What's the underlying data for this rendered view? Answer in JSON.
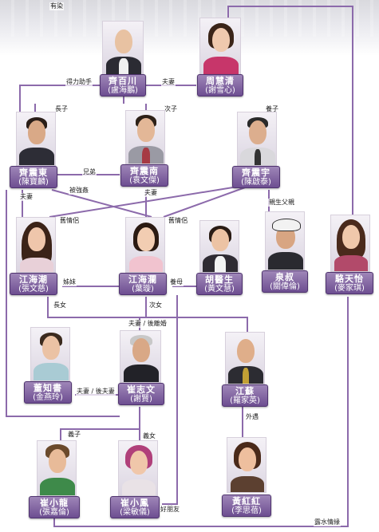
{
  "colors": {
    "line": "#8c6aab",
    "label_top": "#9f86b8",
    "label_bottom": "#6d4e91"
  },
  "people": {
    "qi_baichuan": {
      "name": "齊百川",
      "actor": "(盧海鵬)"
    },
    "zhou_huiqing": {
      "name": "周慧清",
      "actor": "(謝雪心)"
    },
    "qi_zhendong": {
      "name": "齊震東",
      "actor": "(陳寶麟)"
    },
    "qi_zhennan": {
      "name": "齊震南",
      "actor": "(袁文傑)"
    },
    "qi_zhenyu": {
      "name": "齊震宇",
      "actor": "(陳啟泰)"
    },
    "jiang_haichao": {
      "name": "江海潮",
      "actor": "(張文慈)"
    },
    "jiang_hailan": {
      "name": "江海瀾",
      "actor": "(葉璇)"
    },
    "doctor_hu": {
      "name": "胡醫生",
      "actor": "(黃文慧)"
    },
    "quan_shu": {
      "name": "泉叔",
      "actor": "(關偉倫)"
    },
    "luo_tianyi": {
      "name": "駱天怡",
      "actor": "(麥家琪)"
    },
    "dong_zhishu": {
      "name": "董知書",
      "actor": "(金燕玲)"
    },
    "cui_zhiwen": {
      "name": "崔志文",
      "actor": "(謝賢)"
    },
    "jiang_su": {
      "name": "江蘇",
      "actor": "(羅家英)"
    },
    "cui_xiaolong": {
      "name": "崔小龍",
      "actor": "(張嘉倫)"
    },
    "cui_xiaofeng": {
      "name": "崔小鳳",
      "actor": "(梁敏儀)"
    },
    "huang_honghong": {
      "name": "黃紅紅",
      "actor": "(李思蓓)"
    }
  },
  "relations": {
    "affair": "有染",
    "right_hand": "得力助手",
    "couple_top": "夫妻",
    "eldest_son": "長子",
    "second_son": "次子",
    "adopted_son": "養子",
    "brothers": "兄弟",
    "forced": "被強姦",
    "couple_dong": "夫妻",
    "couple_nan": "夫妻",
    "biological_father": "親生父親",
    "old_lovers_chao": "舊情侶",
    "old_lovers_lan": "舊情侶",
    "sisters": "姊妹",
    "adoptive_mother": "養母",
    "eldest_daughter": "長女",
    "second_daughter": "次女",
    "couple_divorced": "夫妻 / 後離婚",
    "couple_later": "夫妻 / 後夫妻",
    "extramarital": "外遇",
    "adopted_son_2": "義子",
    "adopted_daughter": "義女",
    "good_friends": "好朋友",
    "dew_romance": "露水情緣"
  }
}
